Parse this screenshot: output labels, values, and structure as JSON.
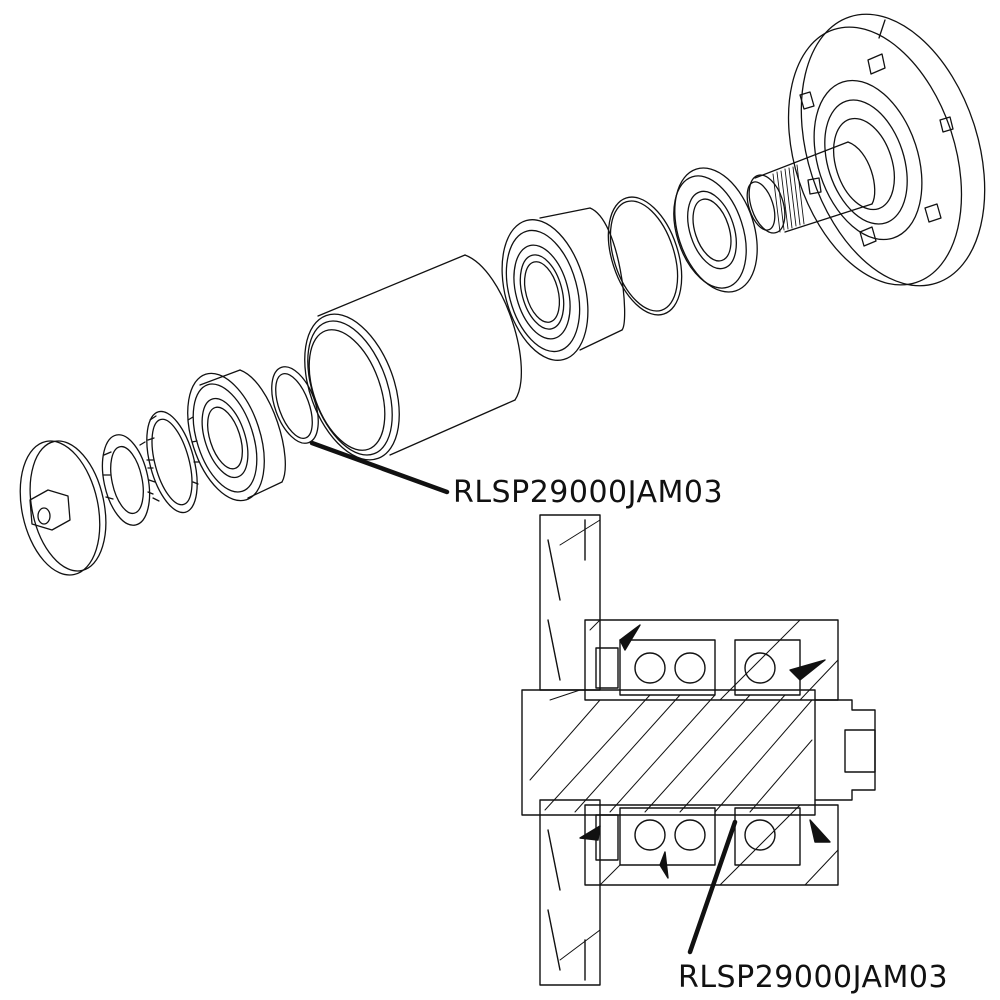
{
  "diagram": {
    "callouts": [
      {
        "id": "callout-1",
        "label": "RLSP29000JAM03",
        "target": "seal ring in exploded view"
      },
      {
        "id": "callout-2",
        "label": "RLSP29000JAM03",
        "target": "seal ring in cross-section view"
      }
    ],
    "colors": {
      "line": "#111111",
      "paper": "#ffffff"
    }
  }
}
